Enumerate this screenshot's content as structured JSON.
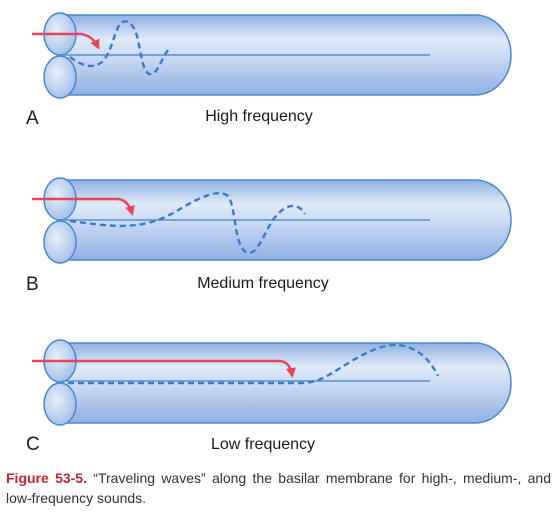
{
  "panels": [
    {
      "letter": "A",
      "label": "High frequency"
    },
    {
      "letter": "B",
      "label": "Medium frequency"
    },
    {
      "letter": "C",
      "label": "Low frequency"
    }
  ],
  "caption": {
    "figure_label": "Figure 53-5.",
    "text": " “Traveling waves” along the basilar membrane for high-, medium-, and low-frequency sounds."
  },
  "colors": {
    "tube_light": "#dfeaf9",
    "tube_mid": "#b9d0ef",
    "tube_dark": "#8fb1e2",
    "tube_stroke": "#4b87cf",
    "arrow": "#e8455a",
    "wave": "#3a7bd0",
    "membrane": "#5b8fd1"
  }
}
